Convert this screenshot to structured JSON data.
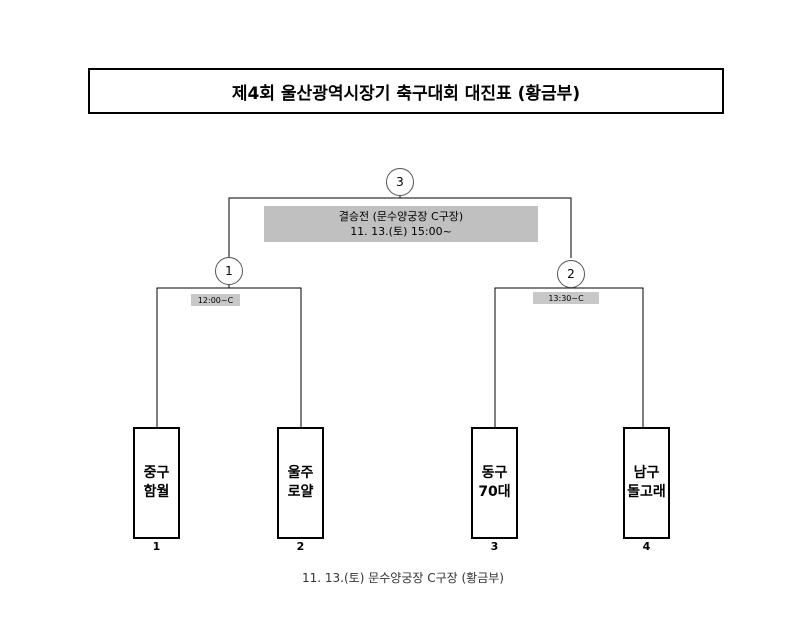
{
  "title": "제4회 울산광역시장기 축구대회 대진표 (황금부)",
  "final": {
    "match_number": "3",
    "line1": "결승전 (문수양궁장 C구장)",
    "line2": "11. 13.(토) 15:00~"
  },
  "semifinals": [
    {
      "match_number": "1",
      "time": "12:00~C"
    },
    {
      "match_number": "2",
      "time": "13:30~C"
    }
  ],
  "teams": [
    {
      "line1": "중구",
      "line2": "함월",
      "seed": "1"
    },
    {
      "line1": "울주",
      "line2": "로얄",
      "seed": "2"
    },
    {
      "line1": "동구",
      "line2": "70대",
      "seed": "3"
    },
    {
      "line1": "남구",
      "line2": "돌고래",
      "seed": "4"
    }
  ],
  "footer": "11. 13.(토) 문수양궁장 C구장 (황금부)"
}
